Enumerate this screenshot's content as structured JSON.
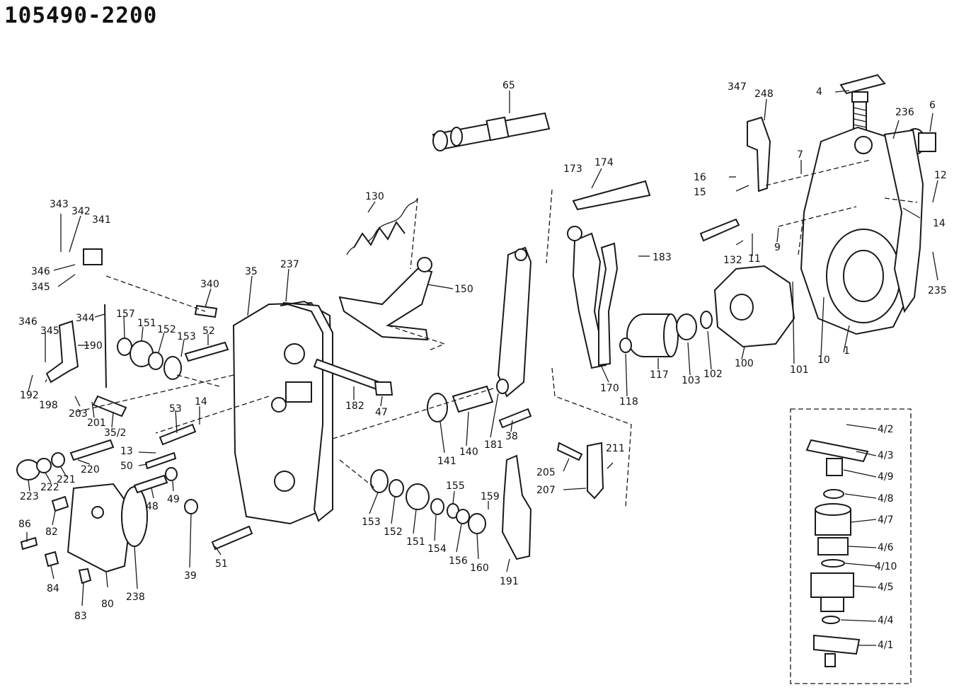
{
  "drawing": {
    "title": "105490-2200"
  },
  "callouts": [
    {
      "id": "c65",
      "text": "65"
    },
    {
      "id": "c347",
      "text": "347"
    },
    {
      "id": "c248",
      "text": "248"
    },
    {
      "id": "c4",
      "text": "4"
    },
    {
      "id": "c236",
      "text": "236"
    },
    {
      "id": "c6",
      "text": "6"
    },
    {
      "id": "c173",
      "text": "173"
    },
    {
      "id": "c174",
      "text": "174"
    },
    {
      "id": "c16",
      "text": "16"
    },
    {
      "id": "c15",
      "text": "15"
    },
    {
      "id": "c7",
      "text": "7"
    },
    {
      "id": "c12",
      "text": "12"
    },
    {
      "id": "c130",
      "text": "130"
    },
    {
      "id": "c343",
      "text": "343"
    },
    {
      "id": "c342",
      "text": "342"
    },
    {
      "id": "c341",
      "text": "341"
    },
    {
      "id": "c14a",
      "text": "14"
    },
    {
      "id": "c9",
      "text": "9"
    },
    {
      "id": "c132",
      "text": "132"
    },
    {
      "id": "c11",
      "text": "11"
    },
    {
      "id": "c183",
      "text": "183"
    },
    {
      "id": "c346a",
      "text": "346"
    },
    {
      "id": "c345a",
      "text": "345"
    },
    {
      "id": "c235",
      "text": "235"
    },
    {
      "id": "c150",
      "text": "150"
    },
    {
      "id": "c340",
      "text": "340"
    },
    {
      "id": "c35",
      "text": "35"
    },
    {
      "id": "c237",
      "text": "237"
    },
    {
      "id": "c344",
      "text": "344"
    },
    {
      "id": "c157a",
      "text": "157"
    },
    {
      "id": "c151a",
      "text": "151"
    },
    {
      "id": "c152a",
      "text": "152"
    },
    {
      "id": "c153a",
      "text": "153"
    },
    {
      "id": "c52",
      "text": "52"
    },
    {
      "id": "c346b",
      "text": "346"
    },
    {
      "id": "c345b",
      "text": "345"
    },
    {
      "id": "c190",
      "text": "190"
    },
    {
      "id": "c101",
      "text": "101"
    },
    {
      "id": "c10",
      "text": "10"
    },
    {
      "id": "c1",
      "text": "1"
    },
    {
      "id": "c100",
      "text": "100"
    },
    {
      "id": "c102",
      "text": "102"
    },
    {
      "id": "c103",
      "text": "103"
    },
    {
      "id": "c117",
      "text": "117"
    },
    {
      "id": "c118",
      "text": "118"
    },
    {
      "id": "c170",
      "text": "170"
    },
    {
      "id": "c192",
      "text": "192"
    },
    {
      "id": "c198",
      "text": "198"
    },
    {
      "id": "c203",
      "text": "203"
    },
    {
      "id": "c201",
      "text": "201"
    },
    {
      "id": "c352",
      "text": "35/2"
    },
    {
      "id": "c182",
      "text": "182"
    },
    {
      "id": "c47",
      "text": "47"
    },
    {
      "id": "c53",
      "text": "53"
    },
    {
      "id": "c14b",
      "text": "14"
    },
    {
      "id": "c141",
      "text": "141"
    },
    {
      "id": "c140",
      "text": "140"
    },
    {
      "id": "c181",
      "text": "181"
    },
    {
      "id": "c38",
      "text": "38"
    },
    {
      "id": "c42",
      "text": "4/2"
    },
    {
      "id": "c43",
      "text": "4/3"
    },
    {
      "id": "c13",
      "text": "13"
    },
    {
      "id": "c50",
      "text": "50"
    },
    {
      "id": "c220",
      "text": "220"
    },
    {
      "id": "c221",
      "text": "221"
    },
    {
      "id": "c222",
      "text": "222"
    },
    {
      "id": "c223",
      "text": "223"
    },
    {
      "id": "c211",
      "text": "211"
    },
    {
      "id": "c205",
      "text": "205"
    },
    {
      "id": "c207",
      "text": "207"
    },
    {
      "id": "c49",
      "text": "49"
    },
    {
      "id": "c48",
      "text": "48"
    },
    {
      "id": "c155",
      "text": "155"
    },
    {
      "id": "c159",
      "text": "159"
    },
    {
      "id": "c49b",
      "text": "4/9"
    },
    {
      "id": "c48b",
      "text": "4/8"
    },
    {
      "id": "c82",
      "text": "82"
    },
    {
      "id": "c86",
      "text": "86"
    },
    {
      "id": "c153b",
      "text": "153"
    },
    {
      "id": "c152b",
      "text": "152"
    },
    {
      "id": "c151b",
      "text": "151"
    },
    {
      "id": "c154",
      "text": "154"
    },
    {
      "id": "c47b",
      "text": "4/7"
    },
    {
      "id": "c46",
      "text": "4/6"
    },
    {
      "id": "c410",
      "text": "4/10"
    },
    {
      "id": "c51",
      "text": "51"
    },
    {
      "id": "c39",
      "text": "39"
    },
    {
      "id": "c156",
      "text": "156"
    },
    {
      "id": "c160",
      "text": "160"
    },
    {
      "id": "c191",
      "text": "191"
    },
    {
      "id": "c84",
      "text": "84"
    },
    {
      "id": "c80",
      "text": "80"
    },
    {
      "id": "c238",
      "text": "238"
    },
    {
      "id": "c45",
      "text": "4/5"
    },
    {
      "id": "c83",
      "text": "83"
    },
    {
      "id": "c44",
      "text": "4/4"
    },
    {
      "id": "c41",
      "text": "4/1"
    }
  ]
}
